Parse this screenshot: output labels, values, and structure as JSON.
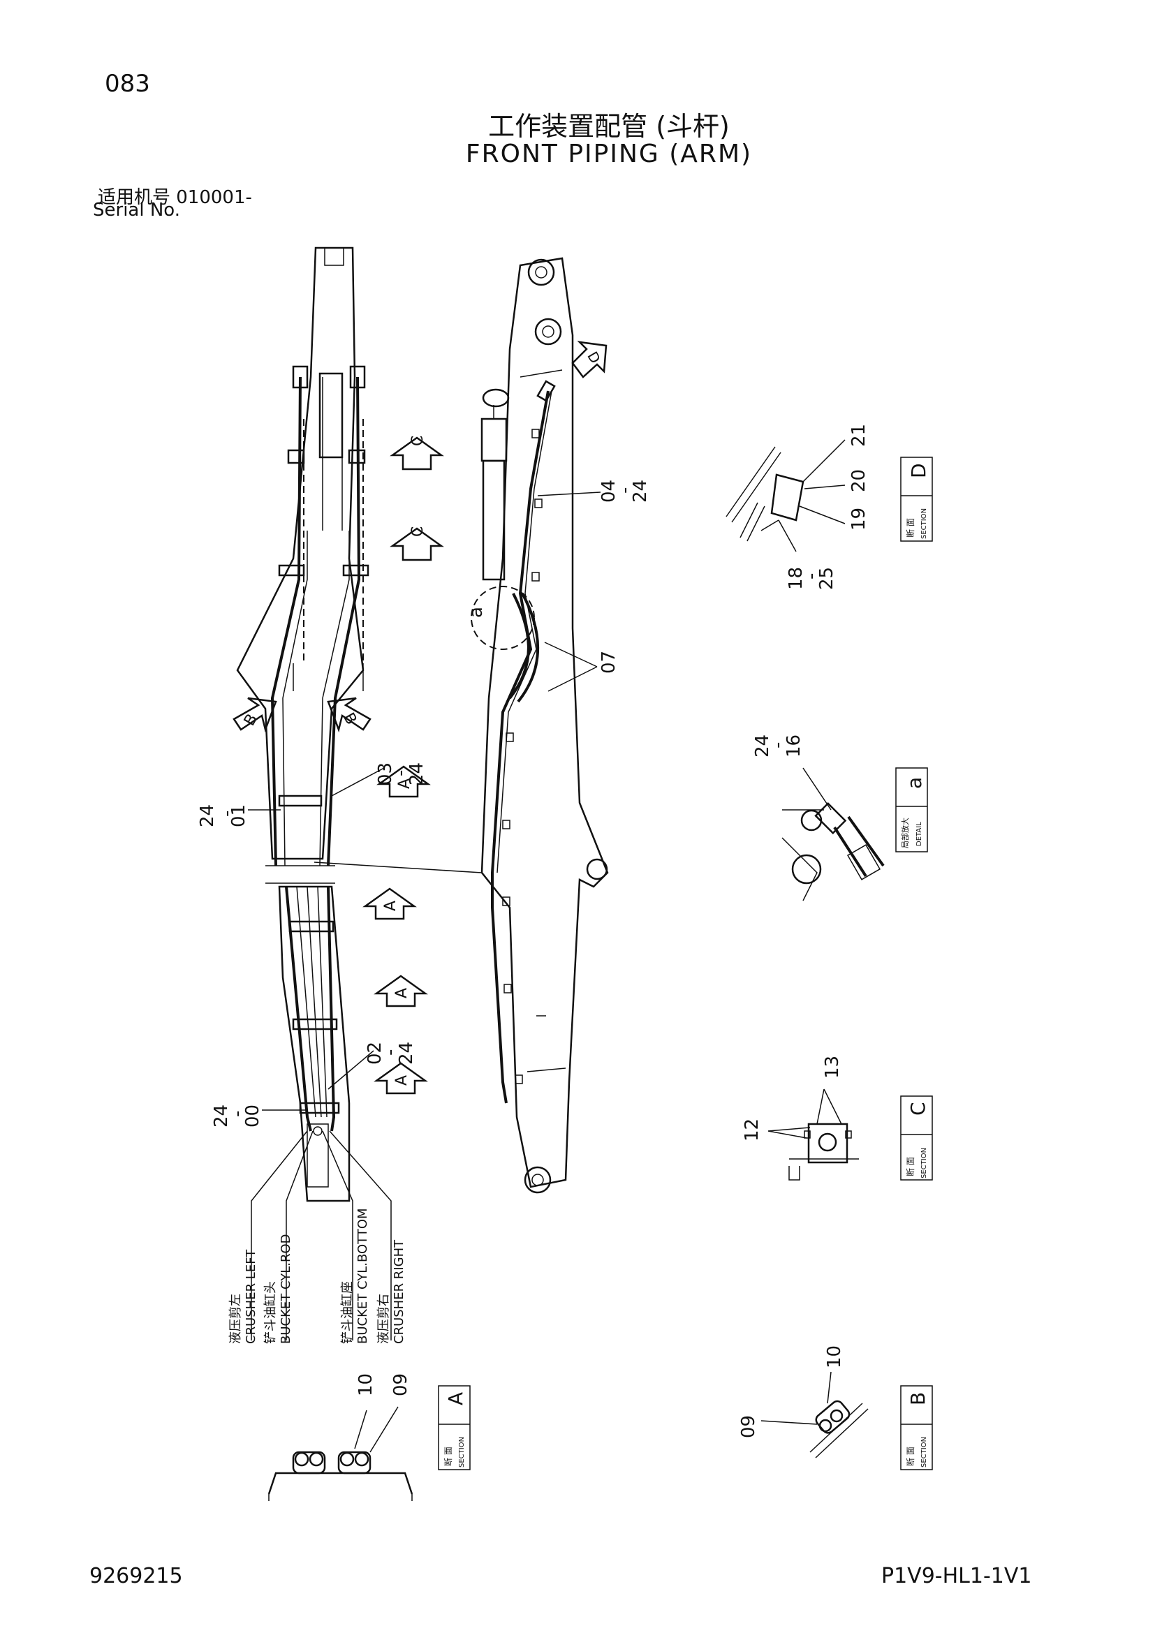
{
  "header": {
    "page_number": "083",
    "title_cn": "工作装置配管 (斗杆)",
    "title_en": "FRONT  PIPING (ARM)",
    "serial_cn": "适用机号  010001-",
    "serial_en": "Serial No."
  },
  "footer": {
    "doc_number": "9269215",
    "doc_code": "P1V9-HL1-1V1"
  },
  "callouts": {
    "c01": "24\n-\n01",
    "c03": "03\n-\n24",
    "c02": "02\n-\n24",
    "c00": "24\n-\n00",
    "c04": "04\n-\n24",
    "c07": "07",
    "c21": "21",
    "c20": "20",
    "c19": "19",
    "c18": "18\n-\n25",
    "c24_16": "24\n-\n16",
    "c13": "13",
    "c12": "12",
    "c10a": "10",
    "c09a": "09",
    "c10b": "10",
    "c09b": "09",
    "a_marker": "a"
  },
  "view_arrows": {
    "A": "A",
    "B": "B",
    "C": "C",
    "D": "D"
  },
  "hose_labels": {
    "crusher_left_cn": "液压剪左",
    "crusher_left_en": "CRUSHER LEFT",
    "bucket_rod_cn": "铲斗油缸头",
    "bucket_rod_en": "BUCKET CYL.ROD",
    "bucket_bottom_cn": "铲斗油缸座",
    "bucket_bottom_en": "BUCKET CYL.BOTTOM",
    "crusher_right_cn": "液压剪右",
    "crusher_right_en": "CRUSHER RIGHT"
  },
  "section_boxes": {
    "D": {
      "letter": "D",
      "cn": "断 面",
      "en": "SECTION"
    },
    "a": {
      "letter": "a",
      "cn": "局部放大",
      "en": "DETAIL"
    },
    "C": {
      "letter": "C",
      "cn": "断 面",
      "en": "SECTION"
    },
    "A": {
      "letter": "A",
      "cn": "断 面",
      "en": "SECTION"
    },
    "B": {
      "letter": "B",
      "cn": "断 面",
      "en": "SECTION"
    }
  }
}
